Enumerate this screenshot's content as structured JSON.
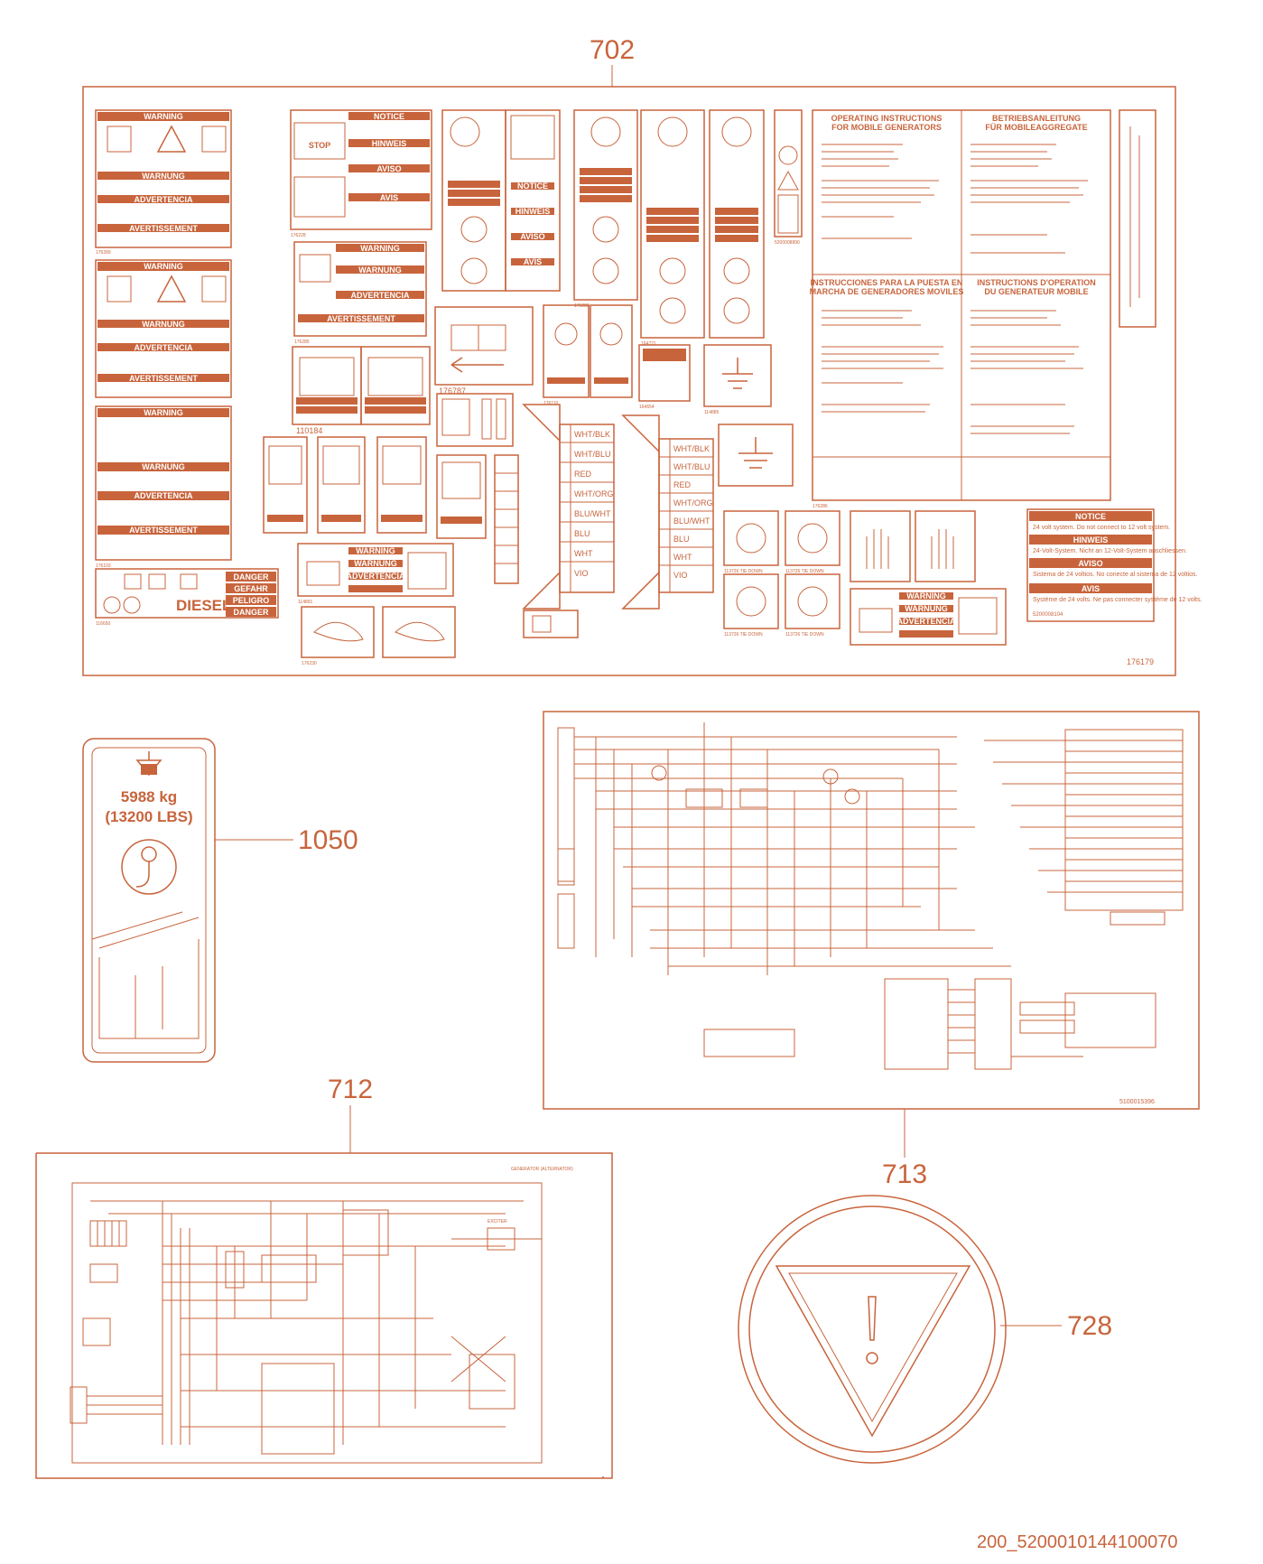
{
  "callouts": {
    "c702": "702",
    "c1050": "1050",
    "c712": "712",
    "c713": "713",
    "c728": "728"
  },
  "document_number": "200_5200010144100070",
  "sheet_702": {
    "sheet_no": "176179",
    "warning_card": {
      "warning": "WARNING",
      "warnung": "WARNUNG",
      "advertencia": "ADVERTENCIA",
      "avertissement": "AVERTISSEMENT"
    },
    "danger_card": {
      "danger": "DANGER",
      "gefahr": "GEFAHR",
      "peligro": "PELIGRO",
      "diesel": "DIESEL"
    },
    "notice_card_small": {
      "stop": "STOP",
      "notice": "NOTICE",
      "hinweis": "HINWEIS",
      "aviso": "AVISO",
      "avis": "AVIS"
    },
    "volt_notice": {
      "notice": "NOTICE",
      "en": "24 volt system.  Do not connect to 12 volt system.",
      "hinweis": "HINWEIS",
      "de": "24-Volt-System. Nicht an 12-Volt-System anschliessen.",
      "aviso": "AVISO",
      "es": "Sistema de 24 voltios. No conecte al sistema de 12 voltios.",
      "avis": "AVIS",
      "fr": "Système de 24 volts. Ne pas connecter  système de 12 volts.",
      "part": "5200008104"
    },
    "operating_instructions": {
      "en_title": "OPERATING INSTRUCTIONS FOR MOBILE GENERATORS",
      "de_title": "BETRIEBSANLEITUNG FÜR MOBILEAGGREGATE",
      "es_title": "INSTRUCCIONES PARA LA PUESTA EN MARCHA DE GENERADORES MOVILES",
      "fr_title": "INSTRUCTIONS D'OPERATION DU GENERATEUR MOBILE"
    },
    "wire_colors": [
      "WHT/BLK",
      "WHT/BLU",
      "RED",
      "WHT/ORG",
      "BLU/WHT",
      "BLU",
      "WHT",
      "VIO"
    ],
    "tie_down": "113726 TIE DOWN",
    "part_numbers": [
      "176289",
      "176103",
      "176228",
      "176285",
      "110184",
      "176787",
      "176110",
      "176282",
      "164721",
      "114885",
      "114891",
      "176230",
      "176286",
      "164654",
      "116650",
      "5200008890"
    ]
  },
  "decal_1050": {
    "weight_kg": "5988 kg",
    "weight_lbs": "(13200 LBS)"
  },
  "schematic_713": {
    "sheet_no": "5100015396"
  },
  "schematic_712": {
    "generator_label": "GENERATOR (ALTERNATOR)",
    "exciter_label": "EXCITER"
  }
}
